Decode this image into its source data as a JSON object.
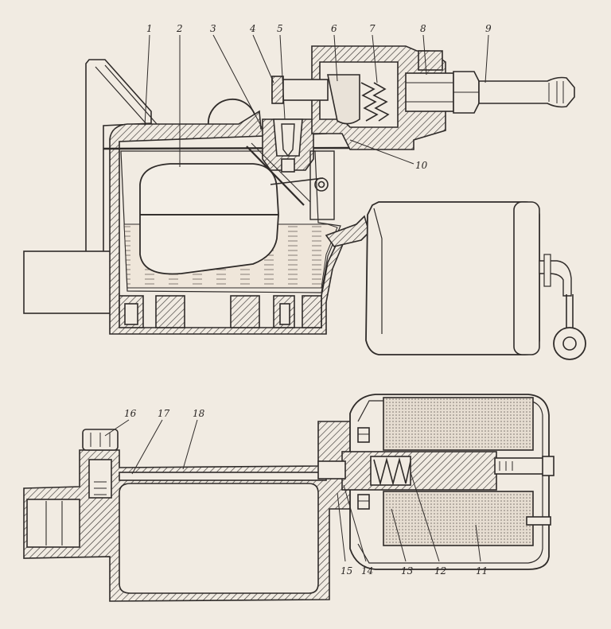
{
  "diagram": {
    "callouts_top": [
      "1",
      "2",
      "3",
      "4",
      "5",
      "6",
      "7",
      "8",
      "9",
      "10"
    ],
    "callouts_bottom": [
      "11",
      "12",
      "13",
      "14",
      "15",
      "16",
      "17",
      "18"
    ],
    "colors": {
      "paper": "#f1ebe2",
      "ink": "#2f2b29",
      "hatch": "#3a3634",
      "fuel": "#e9e0d4"
    }
  }
}
